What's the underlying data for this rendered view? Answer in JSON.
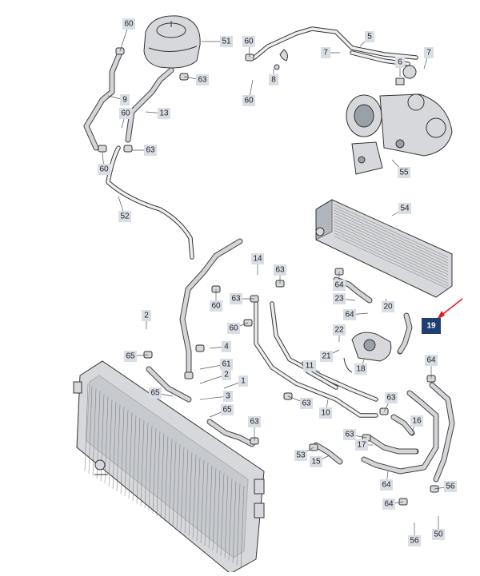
{
  "callouts": [
    "60",
    "51",
    "60",
    "5",
    "7",
    "63",
    "6",
    "7",
    "8",
    "60",
    "9",
    "60",
    "13",
    "60",
    "63",
    "55",
    "52",
    "54",
    "14",
    "63",
    "60",
    "63",
    "64",
    "23",
    "20",
    "2",
    "4",
    "60",
    "19",
    "22",
    "65",
    "61",
    "2",
    "1",
    "21",
    "18",
    "64",
    "65",
    "3",
    "63",
    "11",
    "10",
    "65",
    "63",
    "16",
    "63",
    "63",
    "64",
    "53",
    "15",
    "17",
    "64",
    "64",
    "56",
    "56",
    "50"
  ],
  "highlight": {
    "number": "19",
    "box_color": "#1f3f73",
    "arrow_color": "#e02020"
  },
  "colors": {
    "callout_bg": "#d9dde4",
    "part_fill": "#d6d8db",
    "outline": "#333333"
  }
}
